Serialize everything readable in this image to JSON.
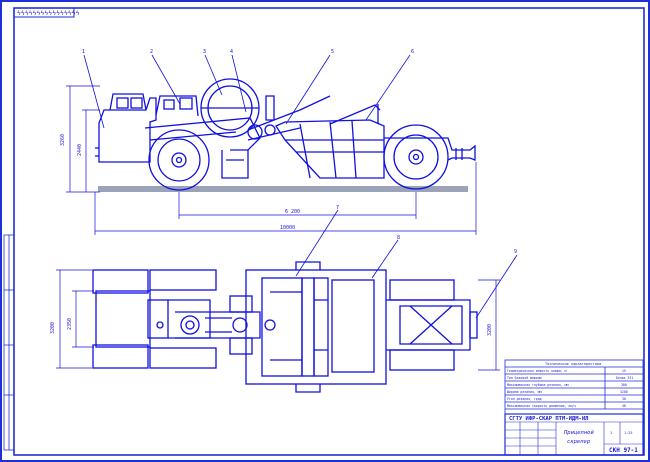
{
  "sheet": {
    "corner_stamp": "ϟϟϟϟϟϟϟϟϟϟϟϟϟϟϟϟ",
    "line_color": "#1010e0",
    "frame_color": "#1f2fd8",
    "ground_color": "#9aa3b8"
  },
  "side_view": {
    "callouts": [
      "1",
      "2",
      "3",
      "4",
      "5",
      "6"
    ],
    "dims": {
      "overall_height": "3260",
      "cab_height": "2440",
      "wheelbase": "6 200",
      "overall_length": "10000"
    }
  },
  "plan_view": {
    "callouts": [
      "7",
      "8",
      "9"
    ],
    "dims": {
      "tractor_width": "3200",
      "track_width": "2350",
      "rear_width": "3200"
    }
  },
  "spec_table": {
    "title": "Технические характеристики",
    "rows": [
      {
        "label": "Геометрическая емкость ковша, м",
        "value": "15"
      },
      {
        "label": "Тип базовой машины",
        "value": "Белаз 531"
      },
      {
        "label": "Максимальная глубина резания, мм",
        "value": "300"
      },
      {
        "label": "Ширина резания, мм",
        "value": "3200"
      },
      {
        "label": "Угол резания, град",
        "value": "30"
      },
      {
        "label": "Максимальная скорость движения, км/ч",
        "value": "48"
      }
    ]
  },
  "title_block": {
    "org_line": "СГТУ ИФР-СКАР ПТМ-ИДМ-ИЛ",
    "drawing_title_1": "Прицепной",
    "drawing_title_2": "скрепер",
    "code": "СКН 97-1",
    "sheet_no": "1",
    "scale": "1:25"
  }
}
